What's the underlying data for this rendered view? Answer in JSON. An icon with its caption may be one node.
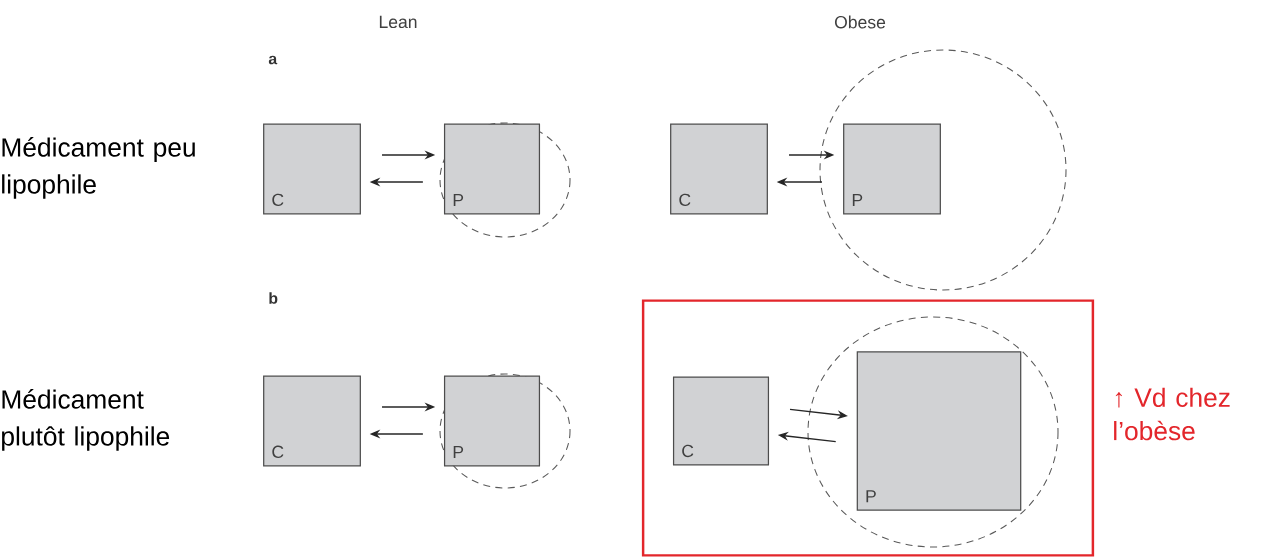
{
  "diagram": {
    "nodes": [
      {
        "text": [
          "C"
        ]
      },
      {
        "text": [
          "P"
        ]
      },
      {
        "text": [
          "C"
        ]
      },
      {
        "text": [
          "P"
        ]
      },
      {
        "text": [
          "C"
        ]
      },
      {
        "text": [
          "P"
        ]
      },
      {
        "text": [
          "↑ Vd chez l’obèse"
        ]
      },
      {
        "text": [
          "C"
        ],
        "in": 6
      },
      {
        "text": [
          "P"
        ],
        "in": 6
      }
    ],
    "edges": [
      {
        "from": 0,
        "to": 1,
        "arrow": "to"
      },
      {
        "from": 1,
        "to": 0,
        "arrow": "to"
      },
      {
        "from": 2,
        "to": 3,
        "arrow": "to"
      },
      {
        "from": 3,
        "to": 2,
        "arrow": "to"
      },
      {
        "from": 4,
        "to": 5,
        "arrow": "to"
      },
      {
        "from": 5,
        "to": 4,
        "arrow": "to"
      },
      {
        "from": 7,
        "to": 8,
        "arrow": "to"
      },
      {
        "from": 8,
        "to": 7,
        "arrow": "to"
      }
    ],
    "labels": [
      "Lean",
      "Obese",
      "a",
      "Médicament peu lipophile",
      "b",
      "Médicament plutôt lipophile"
    ]
  }
}
